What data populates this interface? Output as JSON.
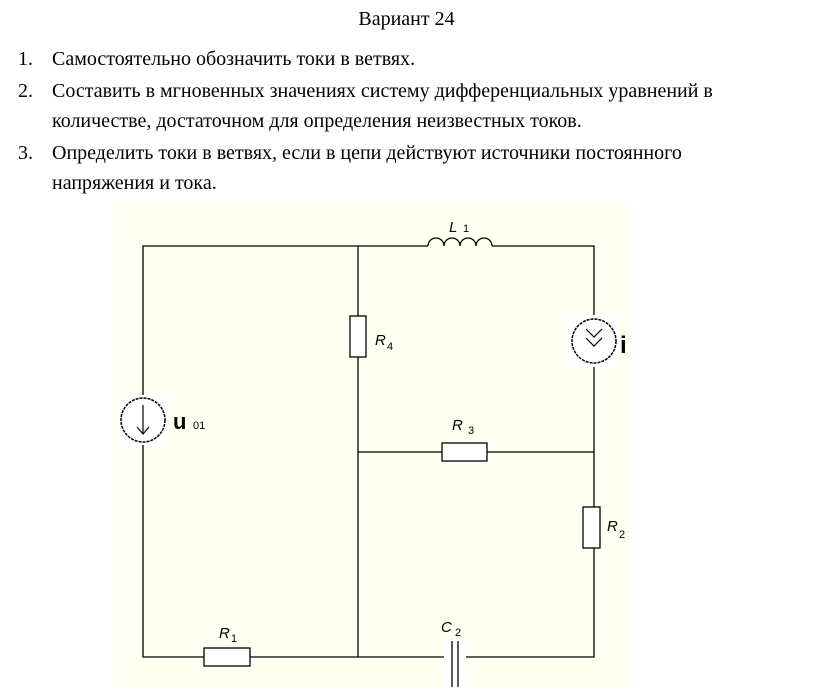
{
  "title": "Вариант 24",
  "tasks": [
    {
      "num": "1.",
      "lines": [
        "Самостоятельно обозначить токи в ветвях."
      ]
    },
    {
      "num": "2.",
      "lines": [
        "Составить в мгновенных значениях систему дифференциальных уравнений в",
        "количестве, достаточном для определения неизвестных токов."
      ]
    },
    {
      "num": "3.",
      "lines": [
        "Определить токи в ветвях, если в цепи действуют источники постоянного",
        "напряжения и тока."
      ]
    }
  ],
  "circuit": {
    "L1": {
      "letter": "L",
      "sub": "1"
    },
    "R4": {
      "letter": "R",
      "sub": "4"
    },
    "R3": {
      "letter": "R",
      "sub": "3"
    },
    "R2": {
      "letter": "R",
      "sub": "2"
    },
    "R1": {
      "letter": "R",
      "sub": "1"
    },
    "C2": {
      "letter": "C",
      "sub": "2"
    },
    "U01": {
      "letter": "u",
      "sub": "01"
    },
    "I": {
      "letter": "i"
    },
    "background": "#fffff2"
  }
}
